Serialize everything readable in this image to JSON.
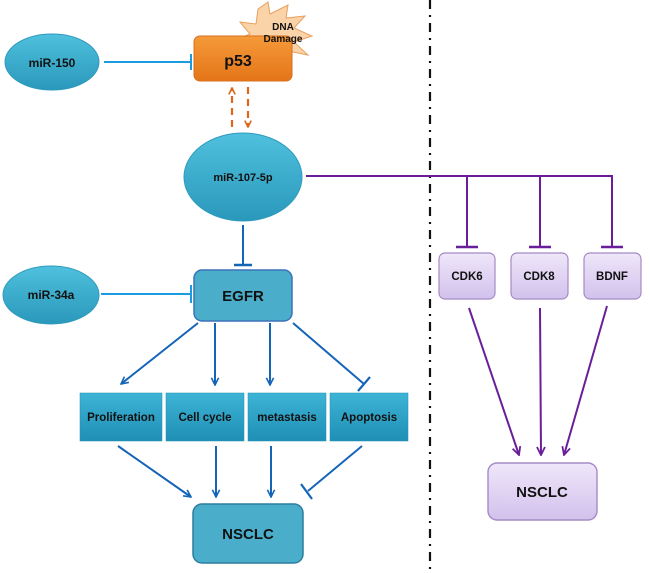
{
  "colors": {
    "teal_node": "#3fb0cf",
    "teal_node_dark": "#2a8fae",
    "teal_line": "#1c9be0",
    "blue_arrow": "#1464b8",
    "orange_node": "#ef8426",
    "orange_dash": "#e0661a",
    "burst_fill": "#fbd3a8",
    "burst_stroke": "#e8a060",
    "purple_line": "#6a1f9a",
    "purple_node": "#ddd0f0",
    "purple_node_stroke": "#a58ac6",
    "divider": "#111111"
  },
  "left_panel": {
    "mirna_150": "miR-150",
    "p53": "p53",
    "dna_damage_line1": "DNA",
    "dna_damage_line2": "Damage",
    "mirna_107": "miR-107-5p",
    "mirna_34a": "miR-34a",
    "egfr": "EGFR",
    "processes": [
      "Proliferation",
      "Cell cycle",
      "metastasis",
      "Apoptosis"
    ],
    "outcome": "NSCLC"
  },
  "right_panel": {
    "targets": [
      "CDK6",
      "CDK8",
      "BDNF"
    ],
    "outcome": "NSCLC"
  },
  "edges": [
    {
      "from": "miR-150",
      "to": "p53",
      "type": "inhibit"
    },
    {
      "from": "p53",
      "to": "miR-107-5p",
      "type": "activate-dashed"
    },
    {
      "from": "miR-107-5p",
      "to": "p53",
      "type": "activate-dashed"
    },
    {
      "from": "miR-107-5p",
      "to": "EGFR",
      "type": "inhibit"
    },
    {
      "from": "miR-34a",
      "to": "EGFR",
      "type": "inhibit"
    },
    {
      "from": "EGFR",
      "to": "Proliferation",
      "type": "activate"
    },
    {
      "from": "EGFR",
      "to": "Cell cycle",
      "type": "activate"
    },
    {
      "from": "EGFR",
      "to": "metastasis",
      "type": "activate"
    },
    {
      "from": "EGFR",
      "to": "Apoptosis",
      "type": "inhibit"
    },
    {
      "from": "Proliferation",
      "to": "NSCLC",
      "type": "activate"
    },
    {
      "from": "Cell cycle",
      "to": "NSCLC",
      "type": "activate"
    },
    {
      "from": "metastasis",
      "to": "NSCLC",
      "type": "activate"
    },
    {
      "from": "Apoptosis",
      "to": "NSCLC",
      "type": "inhibit"
    },
    {
      "from": "miR-107-5p",
      "to": "CDK6",
      "type": "inhibit"
    },
    {
      "from": "miR-107-5p",
      "to": "CDK8",
      "type": "inhibit"
    },
    {
      "from": "miR-107-5p",
      "to": "BDNF",
      "type": "inhibit"
    },
    {
      "from": "CDK6",
      "to": "NSCLC (right)",
      "type": "activate"
    },
    {
      "from": "CDK8",
      "to": "NSCLC (right)",
      "type": "activate"
    },
    {
      "from": "BDNF",
      "to": "NSCLC (right)",
      "type": "activate"
    }
  ]
}
